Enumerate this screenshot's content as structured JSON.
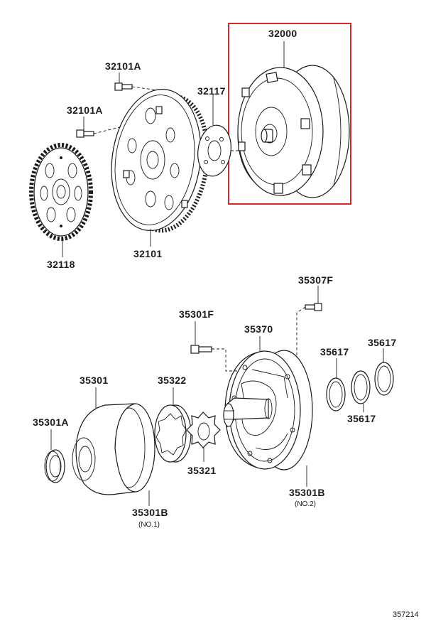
{
  "labels": {
    "p32000": "32000",
    "p32101A_top": "32101A",
    "p32101A_mid": "32101A",
    "p32117": "32117",
    "p32118": "32118",
    "p32101": "32101",
    "p35307F": "35307F",
    "p35301F": "35301F",
    "p35370": "35370",
    "p35617_a": "35617",
    "p35617_b": "35617",
    "p35617_c": "35617",
    "p35301": "35301",
    "p35322": "35322",
    "p35301A": "35301A",
    "p35321": "35321",
    "p35301B_no1": "35301B",
    "p35301B_no1_sub": "(NO.1)",
    "p35301B_no2": "35301B",
    "p35301B_no2_sub": "(NO.2)"
  },
  "reference": "357214",
  "highlight_color": "#d6282b"
}
